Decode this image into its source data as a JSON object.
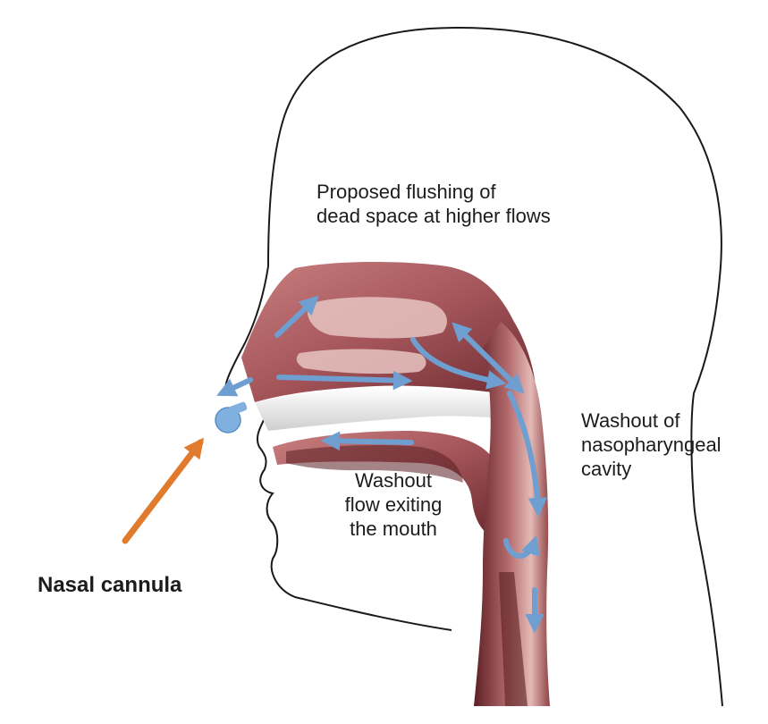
{
  "labels": {
    "flushing": [
      "Proposed flushing of",
      "dead space at higher flows"
    ],
    "nasopharyngeal": [
      "Washout of",
      "nasopharyngeal",
      "cavity"
    ],
    "mouth_flow": [
      "Washout",
      "flow exiting",
      "the mouth"
    ],
    "cannula": "Nasal cannula"
  },
  "colors": {
    "head_outline": "#1a1a1a",
    "flow_arrow": "#6f9fd1",
    "cannula_arrow": "#e07b2e",
    "tissue": "#a8585a",
    "tissue_dark": "#5a1f22",
    "tissue_light": "#e8c4c2",
    "palate": "#ececec",
    "cannula": "#7fb0e0"
  }
}
